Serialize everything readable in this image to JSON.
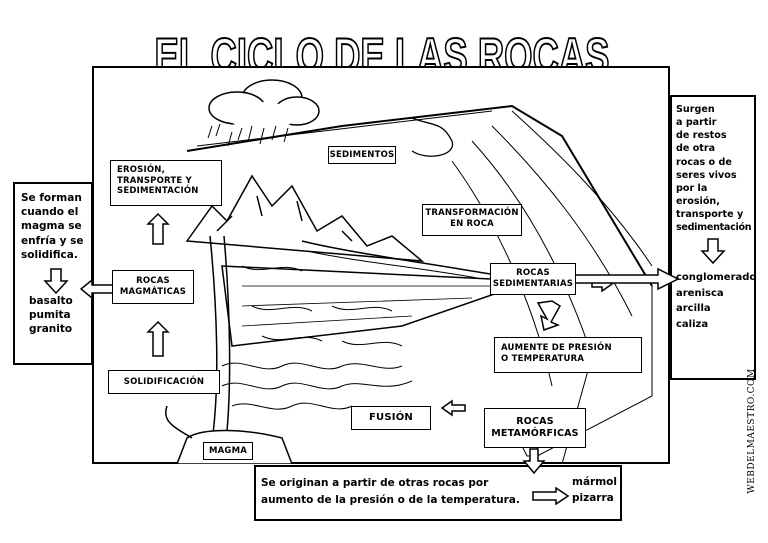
{
  "title": "EL CICLO DE LAS ROCAS",
  "labels": {
    "sedimentos": "SEDIMENTOS",
    "erosion": [
      "EROSIÓN,",
      "TRANSPORTE Y",
      "SEDIMENTACIÓN"
    ],
    "transformacion": [
      "TRANSFORMACIÓN",
      "EN ROCA"
    ],
    "magmaticas": [
      "ROCAS",
      "MAGMÁTICAS"
    ],
    "sedimentarias": [
      "ROCAS",
      "SEDIMENTARIAS"
    ],
    "presion": [
      "AUMENTE DE PRESIÓN",
      "O TEMPERATURA"
    ],
    "solidificacion": "SOLIDIFICACIÓN",
    "fusion": "FUSIÓN",
    "metamorficas": [
      "ROCAS",
      "METAMÓRFICAS"
    ],
    "magma": "MAGMA"
  },
  "left_panel": {
    "text": [
      "Se forman",
      "cuando el",
      "magma se",
      "enfría y se",
      "solidifica."
    ],
    "rocks": [
      "basalto",
      "pumita",
      "granito"
    ]
  },
  "right_panel": {
    "text": [
      "Surgen",
      "a partir",
      "de restos",
      "de otra",
      "rocas o de",
      "seres vivos",
      "por la",
      "erosión,",
      "transporte y",
      "sedimentación"
    ],
    "rocks": [
      "conglomerado",
      "arenisca",
      "arcilla",
      "caliza"
    ]
  },
  "bottom_panel": {
    "text": [
      "Se originan a partir de otras rocas por",
      "aumento de la presión o de la temperatura."
    ],
    "rocks": [
      "mármol",
      "pizarra"
    ]
  },
  "watermark": "WEBDELMAESTRO.COM"
}
